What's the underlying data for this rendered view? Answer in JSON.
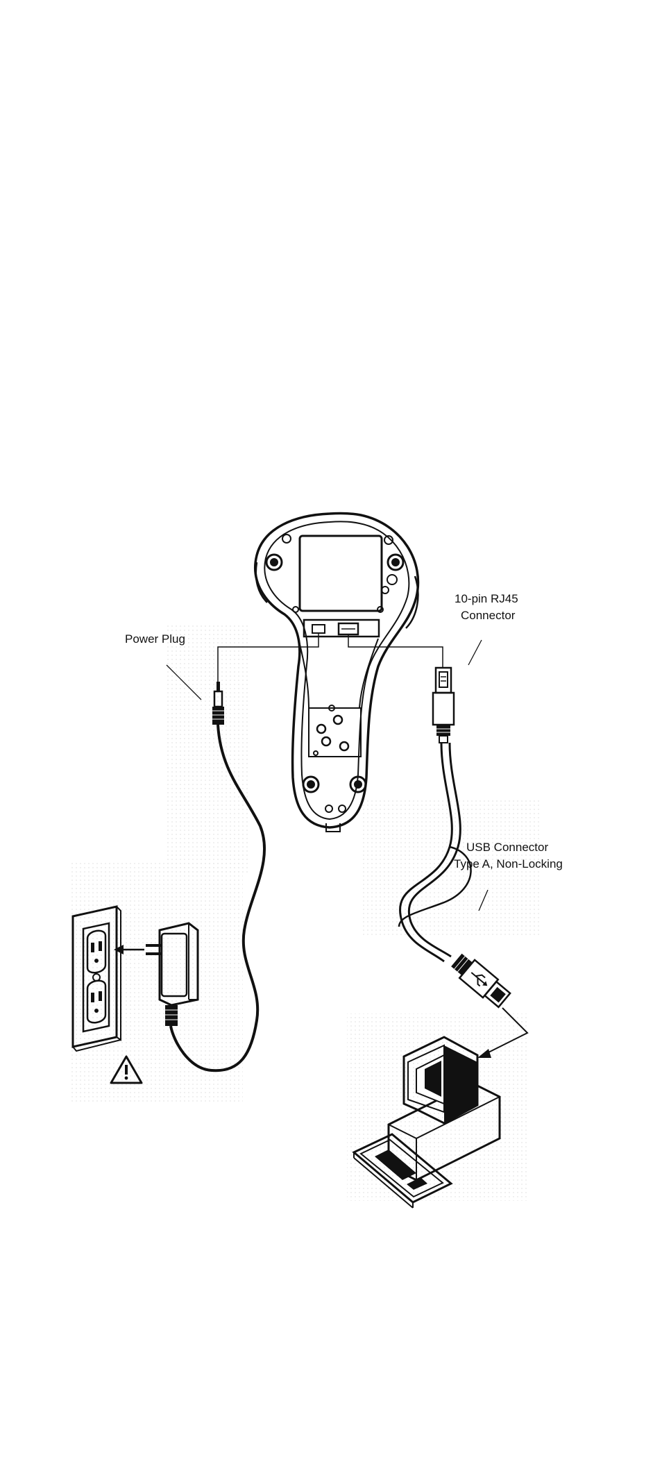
{
  "labels": {
    "power_plug": "Power Plug",
    "rj45_line1": "10-pin RJ45",
    "rj45_line2": "Connector",
    "usb_line1": "USB Connector",
    "usb_line2": "Type A, Non-Locking"
  },
  "colors": {
    "ink": "#111111",
    "paper": "#ffffff",
    "halftone": "#eeeeee"
  },
  "icons": [
    "cradle-base",
    "power-plug",
    "ac-adapter",
    "wall-outlet",
    "warning-icon",
    "rj45-connector",
    "usb-connector",
    "usb-icon",
    "computer"
  ]
}
